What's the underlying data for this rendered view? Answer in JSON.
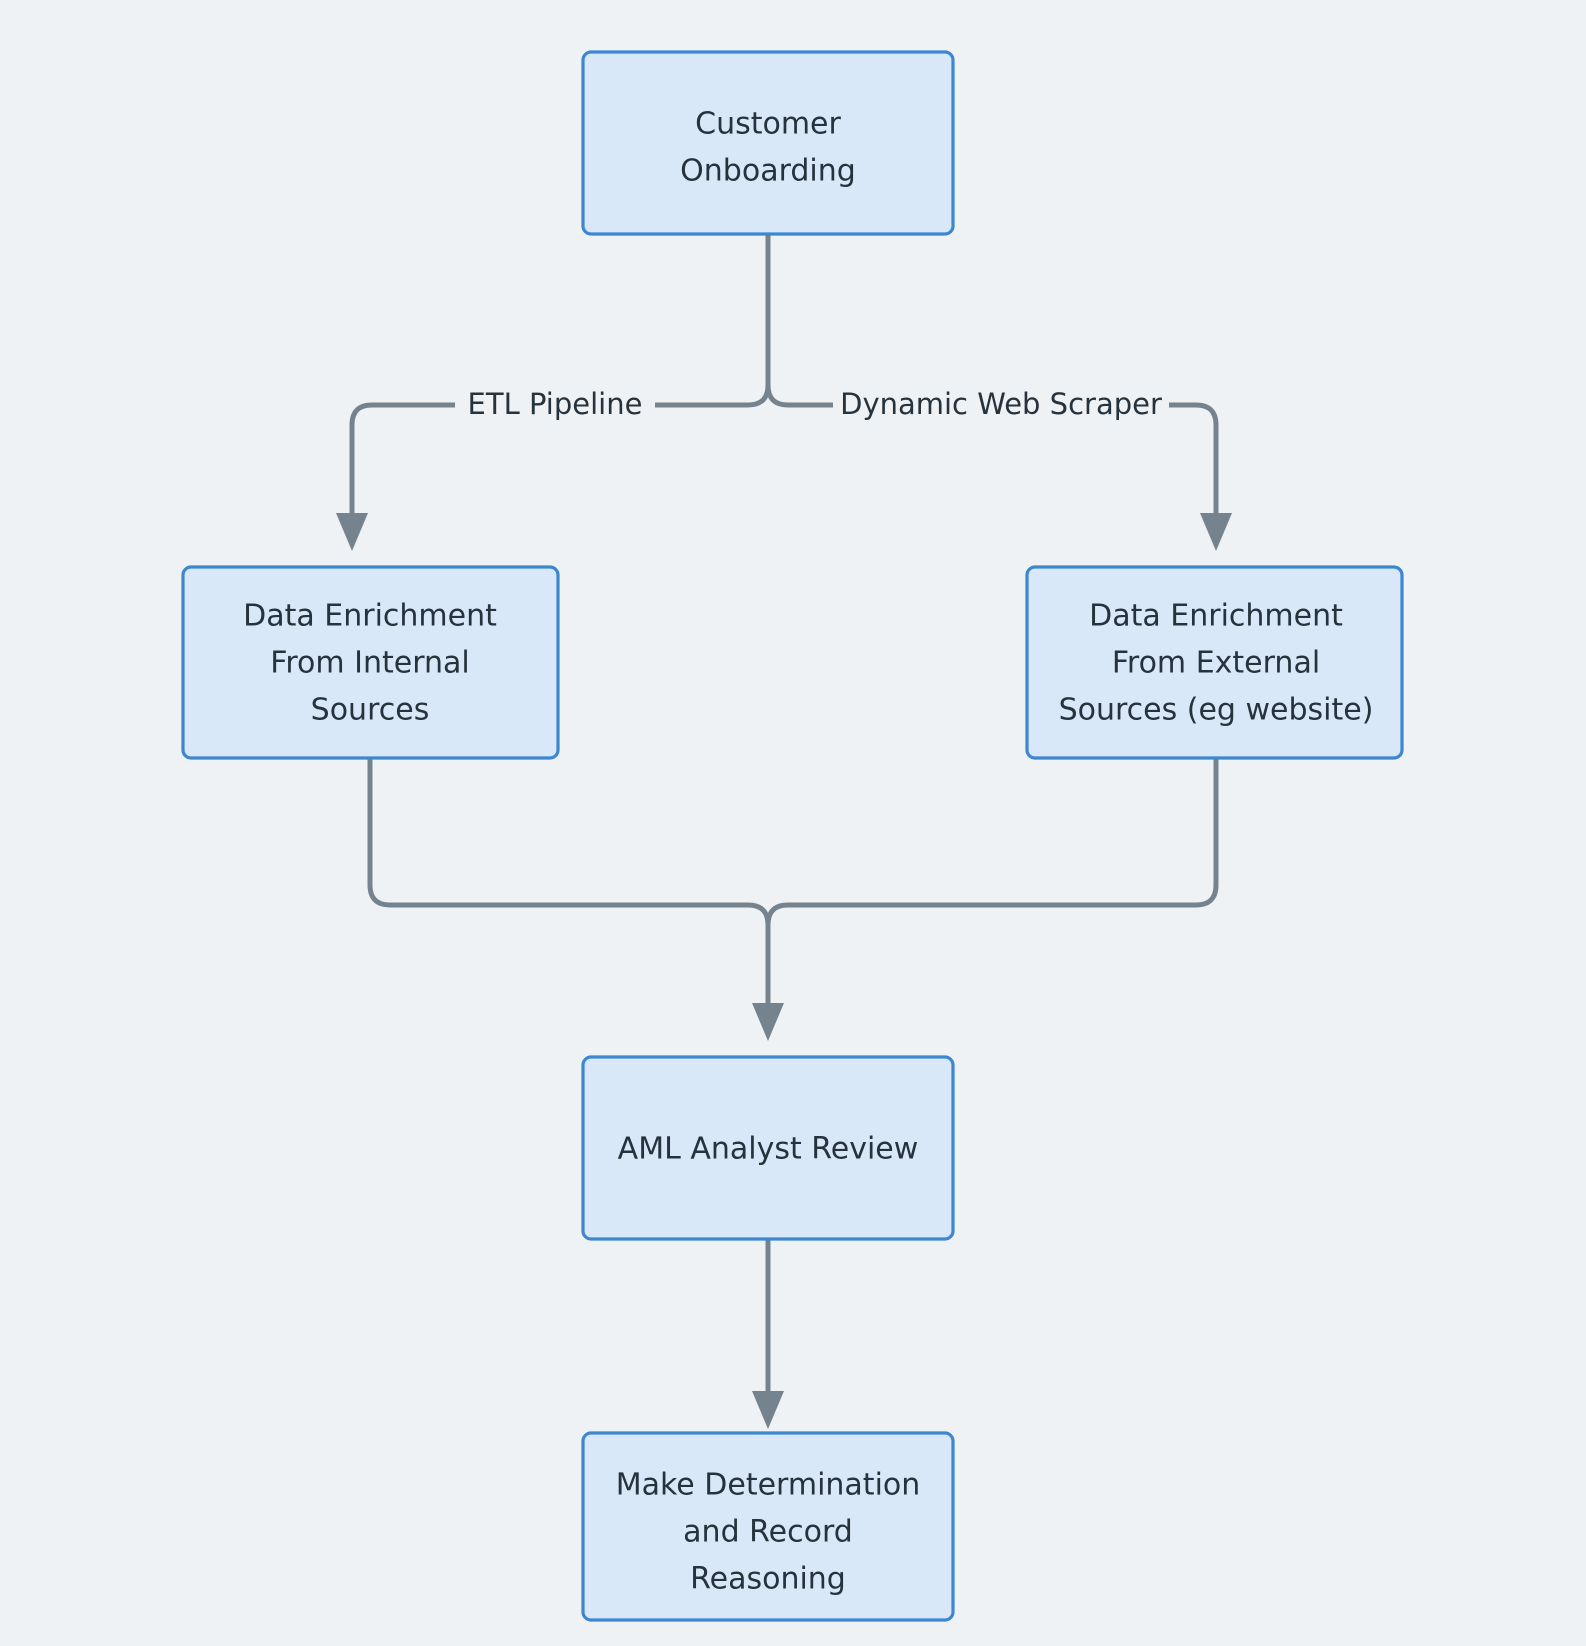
{
  "diagram": {
    "type": "flowchart",
    "direction": "top-down",
    "background_color": "#eff2f5",
    "node_fill_color": "#d9e8f8",
    "node_border_color": "#3c87d0",
    "edge_color": "#75838f",
    "text_color": "#26323c",
    "nodes": [
      {
        "id": "customer-onboarding",
        "lines": [
          "Customer",
          "Onboarding"
        ],
        "text": "Customer Onboarding"
      },
      {
        "id": "data-enrichment-internal",
        "lines": [
          "Data Enrichment",
          "From Internal",
          "Sources"
        ],
        "text": "Data Enrichment From Internal Sources"
      },
      {
        "id": "data-enrichment-external",
        "lines": [
          "Data Enrichment",
          "From External",
          "Sources (eg website)"
        ],
        "text": "Data Enrichment From External Sources (eg website)"
      },
      {
        "id": "aml-analyst-review",
        "lines": [
          "AML Analyst Review"
        ],
        "text": "AML Analyst Review"
      },
      {
        "id": "make-determination",
        "lines": [
          "Make Determination",
          "and Record",
          "Reasoning"
        ],
        "text": "Make Determination and Record Reasoning"
      }
    ],
    "edges": [
      {
        "id": "edge-etl-pipeline",
        "from": "customer-onboarding",
        "to": "data-enrichment-internal",
        "label": "ETL Pipeline"
      },
      {
        "id": "edge-dynamic-web-scraper",
        "from": "customer-onboarding",
        "to": "data-enrichment-external",
        "label": "Dynamic Web Scraper"
      },
      {
        "id": "edge-internal-to-review",
        "from": "data-enrichment-internal",
        "to": "aml-analyst-review",
        "label": ""
      },
      {
        "id": "edge-external-to-review",
        "from": "data-enrichment-external",
        "to": "aml-analyst-review",
        "label": ""
      },
      {
        "id": "edge-review-to-determination",
        "from": "aml-analyst-review",
        "to": "make-determination",
        "label": ""
      }
    ]
  }
}
